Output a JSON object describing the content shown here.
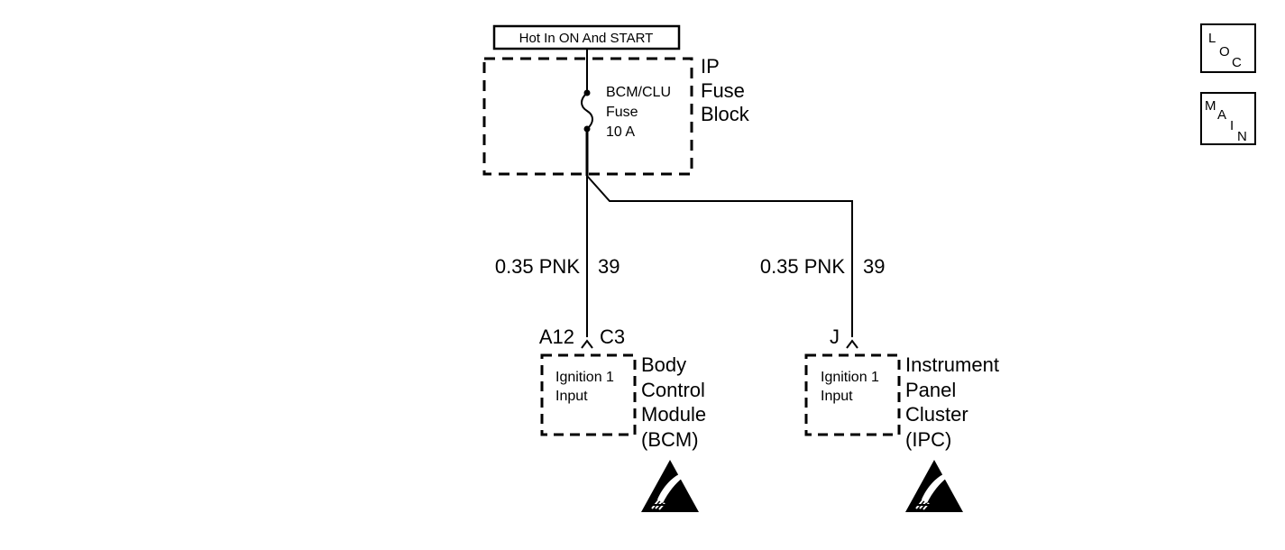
{
  "power_label": "Hot In ON And START",
  "fuse_block": {
    "name_lines": [
      "IP",
      "Fuse",
      "Block"
    ],
    "fuse_lines": [
      "BCM/CLU",
      "Fuse",
      "10 A"
    ]
  },
  "wires": [
    {
      "gauge_color": "0.35 PNK",
      "circuit": "39"
    },
    {
      "gauge_color": "0.35 PNK",
      "circuit": "39"
    }
  ],
  "modules": [
    {
      "pins": [
        "A12",
        "C3"
      ],
      "input_lines": [
        "Ignition 1",
        "Input"
      ],
      "name_lines": [
        "Body",
        "Control",
        "Module",
        "(BCM)"
      ],
      "esd_icon": "esd-sensitive-icon"
    },
    {
      "pins": [
        "J"
      ],
      "input_lines": [
        "Ignition 1",
        "Input"
      ],
      "name_lines": [
        "Instrument",
        "Panel",
        "Cluster",
        "(IPC)"
      ],
      "esd_icon": "esd-sensitive-icon"
    }
  ],
  "nav": {
    "loc": [
      "L",
      "O",
      "C"
    ],
    "main": [
      "M",
      "A",
      "I",
      "N"
    ]
  }
}
